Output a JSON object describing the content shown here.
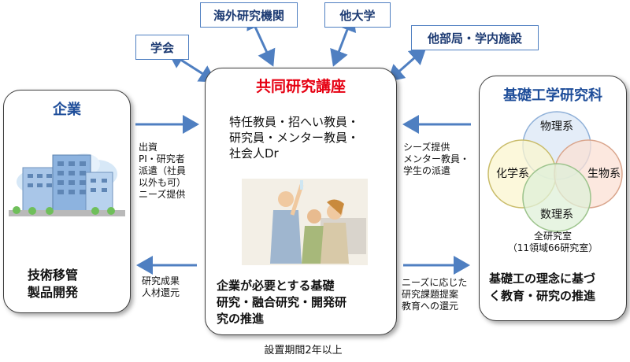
{
  "tags": {
    "gakkai": "学会",
    "kaigai": "海外研究機関",
    "tadaigaku": "他大学",
    "tabukyoku": "他部局・学内施設"
  },
  "center": {
    "title": "共同研究講座",
    "members": [
      "特任教員・招へい教員・",
      "研究員・メンター教員・",
      "社会人Dr"
    ],
    "purpose": [
      "企業が必要とする基礎",
      "研究・融合研究・開発研",
      "究の推進"
    ],
    "period": "設置期間2年以上"
  },
  "company": {
    "title": "企業",
    "outputs": [
      "技術移管",
      "製品開発"
    ]
  },
  "flows_left": {
    "to_center": [
      "出資",
      "PI・研究者",
      "派遣（社員",
      "以外も可）",
      "ニーズ提供"
    ],
    "to_company": [
      "研究成果",
      "人材還元"
    ]
  },
  "flows_right": {
    "to_center": [
      "シーズ提供",
      "メンター教員・",
      "学生の派遣"
    ],
    "to_school": [
      "ニーズに応じた",
      "研究課題提案",
      "教育への還元"
    ]
  },
  "school": {
    "title": "基礎工学研究科",
    "circles": {
      "physics": "物理系",
      "chemistry": "化学系",
      "biology": "生物系",
      "math": "数理系"
    },
    "labs": [
      "全研究室",
      "（11領域66研究室）"
    ],
    "mission": [
      "基礎工の理念に基づ",
      "く教育・研究の推進"
    ]
  }
}
